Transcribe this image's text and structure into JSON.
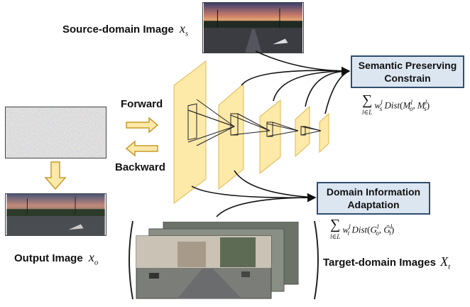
{
  "source": {
    "label": "Source-domain Image",
    "symbol": "x",
    "subscript": "s"
  },
  "output": {
    "label": "Output Image",
    "symbol": "x",
    "subscript": "o"
  },
  "target": {
    "label": "Target-domain Images",
    "symbol": "X",
    "subscript": "t"
  },
  "arrows": {
    "forward": "Forward",
    "backward": "Backward"
  },
  "semantic_box": {
    "line1": "Semantic Preserving",
    "line2": "Constrain"
  },
  "domain_box": {
    "line1": "Domain Information",
    "line2": "Adaptation"
  },
  "semantic_formula": {
    "sum_sub": "l∈L",
    "w": "w",
    "w_sub": "s",
    "w_sup": "l",
    "dist": "Dist",
    "arg1": "M",
    "arg1_sub": "o",
    "arg1_sup": "l",
    "arg2": "M",
    "arg2_sub": "s",
    "arg2_sup": "l"
  },
  "domain_formula": {
    "sum_sub": "l∈L",
    "w": "w",
    "w_sub": "t",
    "w_sup": "l",
    "dist": "Dist",
    "arg1": "G",
    "arg1_sub": "o",
    "arg1_sup": "l",
    "arg2": "Ḡ",
    "arg2_sub": "t",
    "arg2_sup": "l"
  },
  "colors": {
    "layer_fill": "#fde9a8",
    "layer_edge": "#e0b850",
    "box_fill": "#dce6f1",
    "box_border": "#2f4f6f"
  }
}
